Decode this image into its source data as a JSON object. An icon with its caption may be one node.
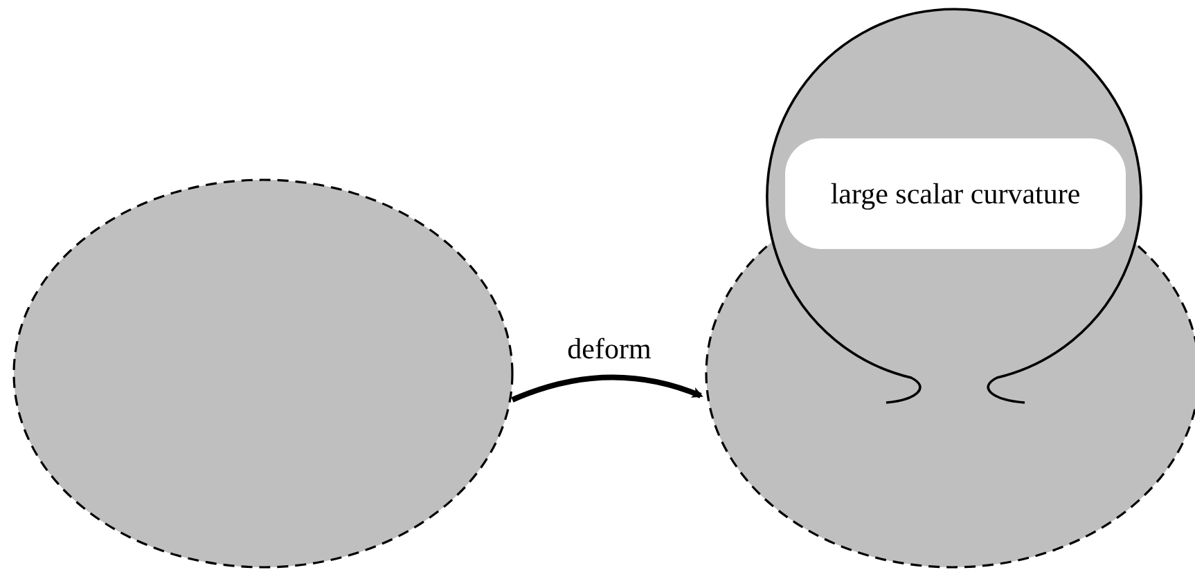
{
  "diagram": {
    "nodes": [
      {
        "text": [],
        "shape": "ellipse"
      },
      {
        "text": [],
        "shape": "ellipse"
      },
      {
        "text": [
          "large scalar curvature"
        ]
      }
    ],
    "edges": [
      {
        "from": 0,
        "to": 1,
        "arrow": "to",
        "label": "deform"
      }
    ]
  }
}
